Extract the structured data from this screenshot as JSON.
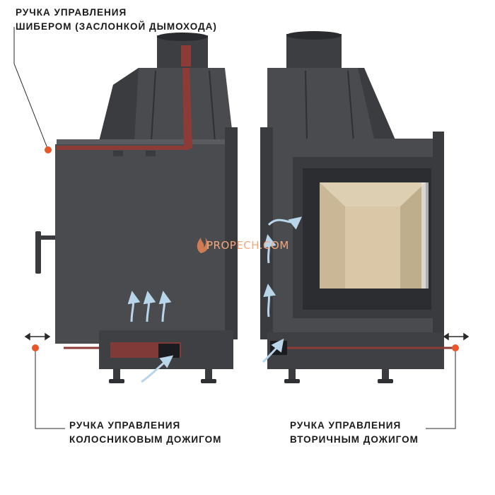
{
  "labels": {
    "damper": {
      "line1": "РУЧКА УПРАВЛЕНИЯ",
      "line2": "ШИБЕРОМ (ЗАСЛОНКОЙ ДЫМОХОДА)"
    },
    "grate": {
      "line1": "РУЧКА УПРАВЛЕНИЯ",
      "line2": "КОЛОСНИКОВЫМ ДОЖИГОМ"
    },
    "secondary": {
      "line1": "РУЧКА УПРАВЛЕНИЯ",
      "line2": "ВТОРИЧНЫМ ДОЖИГОМ"
    }
  },
  "watermark": {
    "text": "PROPECH.COM"
  },
  "colors": {
    "body": "#4a4b4f",
    "dark": "#2f3034",
    "handle": "#8c3b36",
    "glass_frame": "#3a3b3f",
    "chamber": "#d9c7a8",
    "air_arrow": "#b8d5ea",
    "leader": "#8c3b36",
    "accent_dot": "#e8572a"
  },
  "icons": {
    "air-flow": "arrow",
    "handle": "dot",
    "double-arrow": "↔"
  }
}
